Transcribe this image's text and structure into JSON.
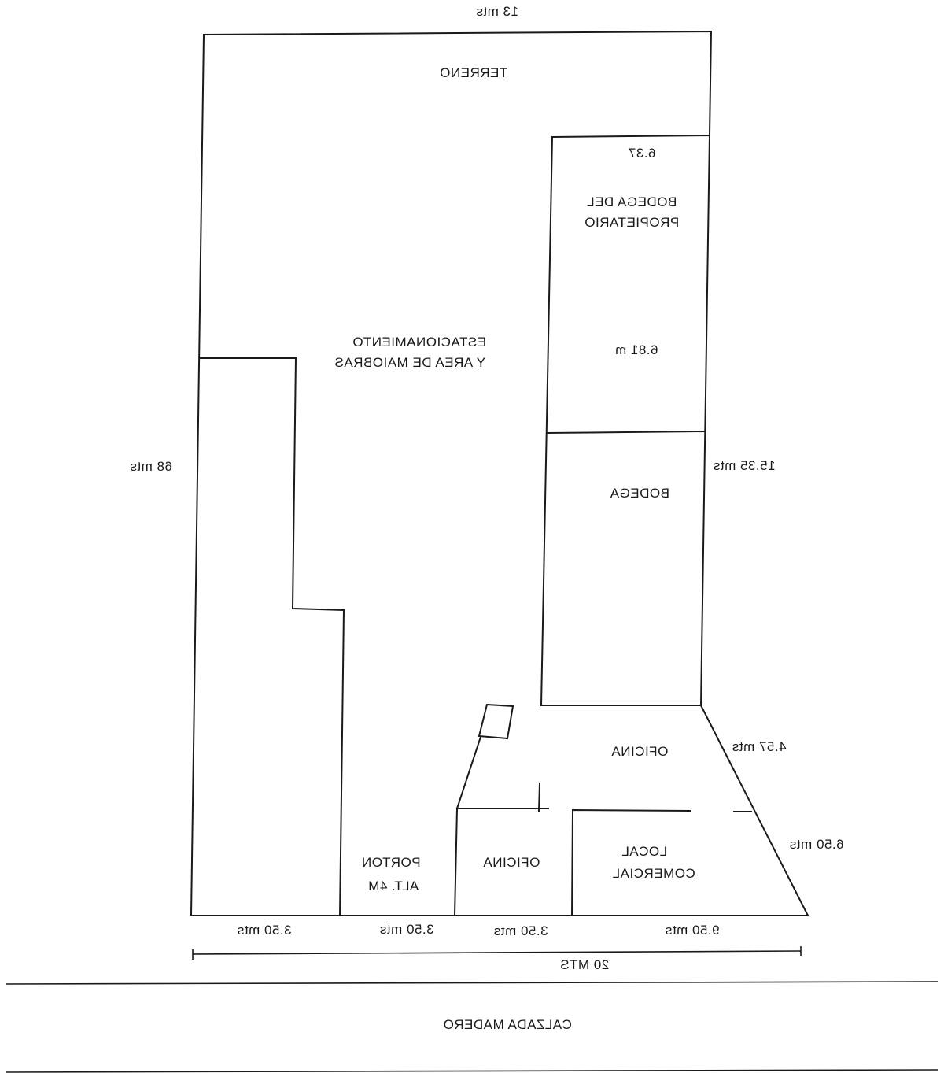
{
  "plan": {
    "rooms": {
      "terreno": "TERRENO",
      "bodega_propietario": [
        "BODEGA DEL",
        "PROPIETARIO"
      ],
      "estacionamiento": [
        "ESTACIONAMIENTO",
        "Y AREA DE MAIOBRAS"
      ],
      "bodega": "BODEGA",
      "oficina_upper": "OFICINA",
      "oficina_lower": "OFICINA",
      "local_comercial": [
        "LOCAL",
        "COMERCIAL"
      ],
      "porton": [
        "PORTON",
        "ALT. 4M"
      ]
    },
    "dimensions": {
      "top_width": "13 mts",
      "bodega_propietario_width": "6.37",
      "bodega_propietario_depth": "6.81 m",
      "left_depth": "68 mts",
      "bodega_right_depth": "15.35 mts",
      "oficina_side": "4.57 mts",
      "local_side": "6.50 mts",
      "bottom_segments": [
        "3.50 mts",
        "3.50 mts",
        "3.50 mts",
        "9.50 mts"
      ],
      "total_front": "20 MTS"
    },
    "street": "CALZADA MADERO"
  }
}
